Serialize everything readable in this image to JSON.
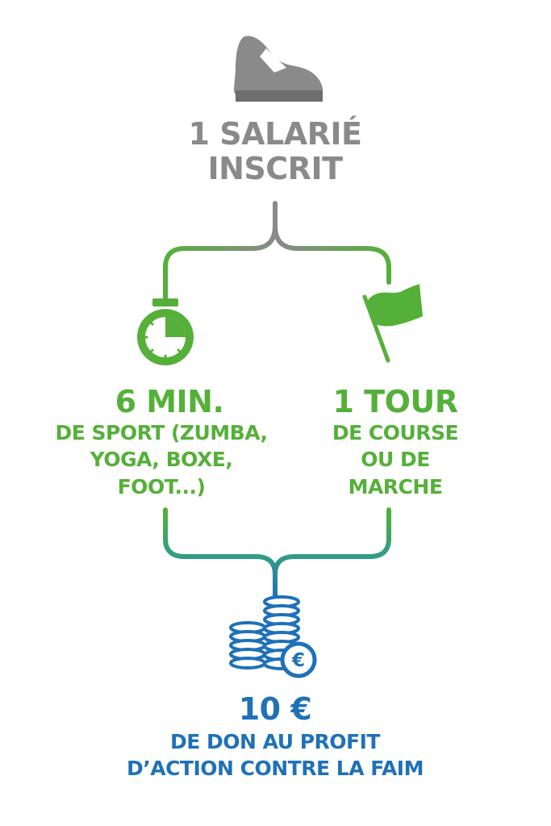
{
  "colors": {
    "gray": "#8a8a8a",
    "green": "#55b039",
    "blue": "#1f71b8"
  },
  "top": {
    "icon": "sneaker-icon",
    "line1": "1 SALARIÉ",
    "line2": "INSCRIT"
  },
  "left_branch": {
    "icon": "stopwatch-icon",
    "headline": "6 MIN.",
    "line1": "DE SPORT (ZUMBA,",
    "line2": "YOGA, BOXE,",
    "line3": "FOOT...)"
  },
  "right_branch": {
    "icon": "flag-icon",
    "headline": "1 TOUR",
    "line1": "DE COURSE",
    "line2": "OU DE",
    "line3": "MARCHE"
  },
  "bottom": {
    "icon": "euro-coins-icon",
    "coin_symbol": "€",
    "headline": "10 €",
    "line1": "DE DON AU PROFIT",
    "line2": "D’ACTION CONTRE LA FAIM"
  }
}
